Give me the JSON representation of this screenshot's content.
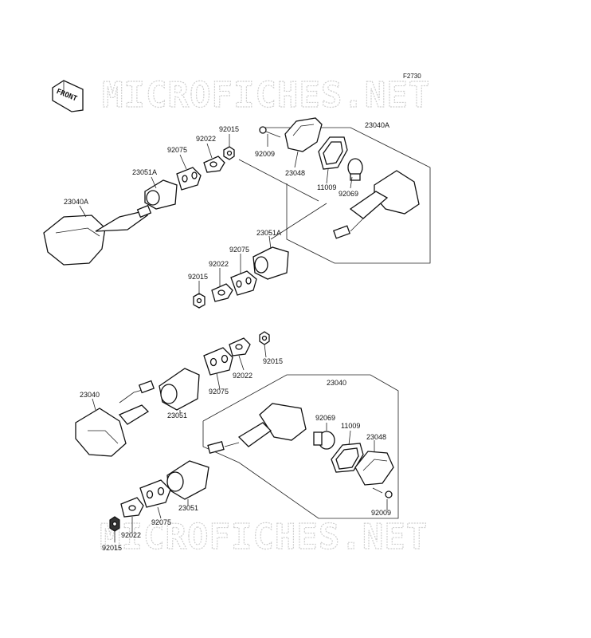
{
  "figure_code": "F2730",
  "watermark": "MICROFICHES.NET",
  "front_badge": "FRONT",
  "parts": {
    "p_92015_a": "92015",
    "p_92022_a": "92022",
    "p_92075_a": "92075",
    "p_23051A_a": "23051A",
    "p_23040A_a": "23040A",
    "p_92009_a": "92009",
    "p_23048_a": "23048",
    "p_11009_a": "11009",
    "p_92069_a": "92069",
    "p_23040A_b": "23040A",
    "p_23051A_b": "23051A",
    "p_92075_b": "92075",
    "p_92022_b": "92022",
    "p_92015_b": "92015",
    "p_92015_c": "92015",
    "p_92022_c": "92022",
    "p_92075_c": "92075",
    "p_23040_a": "23040",
    "p_23051_a": "23051",
    "p_23040_b": "23040",
    "p_92069_b": "92069",
    "p_11009_b": "11009",
    "p_23048_b": "23048",
    "p_92009_b": "92009",
    "p_23051_b": "23051",
    "p_92075_d": "92075",
    "p_92022_d": "92022",
    "p_92015_d": "92015"
  }
}
